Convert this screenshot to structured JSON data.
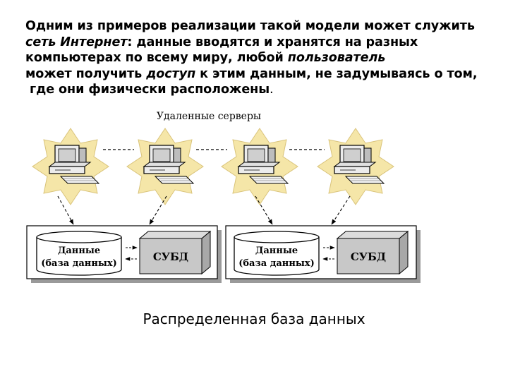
{
  "paragraph": {
    "l1": "Одним из примеров реализации такой модели может служить",
    "l2_em": "сеть Интернет",
    "l2_rest": ": данные вводятся и хранятся на разных",
    "l3_a": "компьютерах по всему миру, любой ",
    "l3_em": "пользователь",
    "l4_a": "может получить ",
    "l4_em": "доступ",
    "l4_b": " к этим данным, не задумываясь о том,",
    "l5": "где они физически расположены",
    "l5_dot": "."
  },
  "diagram": {
    "servers_label": "Удаленные серверы",
    "boxes": [
      {
        "db_line1": "Данные",
        "db_line2": "(база данных)",
        "dbms": "СУБД"
      },
      {
        "db_line1": "Данные",
        "db_line2": "(база данных)",
        "dbms": "СУБД"
      }
    ]
  },
  "caption": "Распределенная база данных",
  "colors": {
    "star_fill": "#f5e6a8",
    "star_stroke": "#d9c37a",
    "computer_fill": "#ececec",
    "computer_screen": "#d0d0d0",
    "box_shadow": "#9a9a9a",
    "dbms_fill": "#c8c8c8",
    "dbms_top": "#dcdcdc",
    "dbms_side": "#a8a8a8"
  }
}
